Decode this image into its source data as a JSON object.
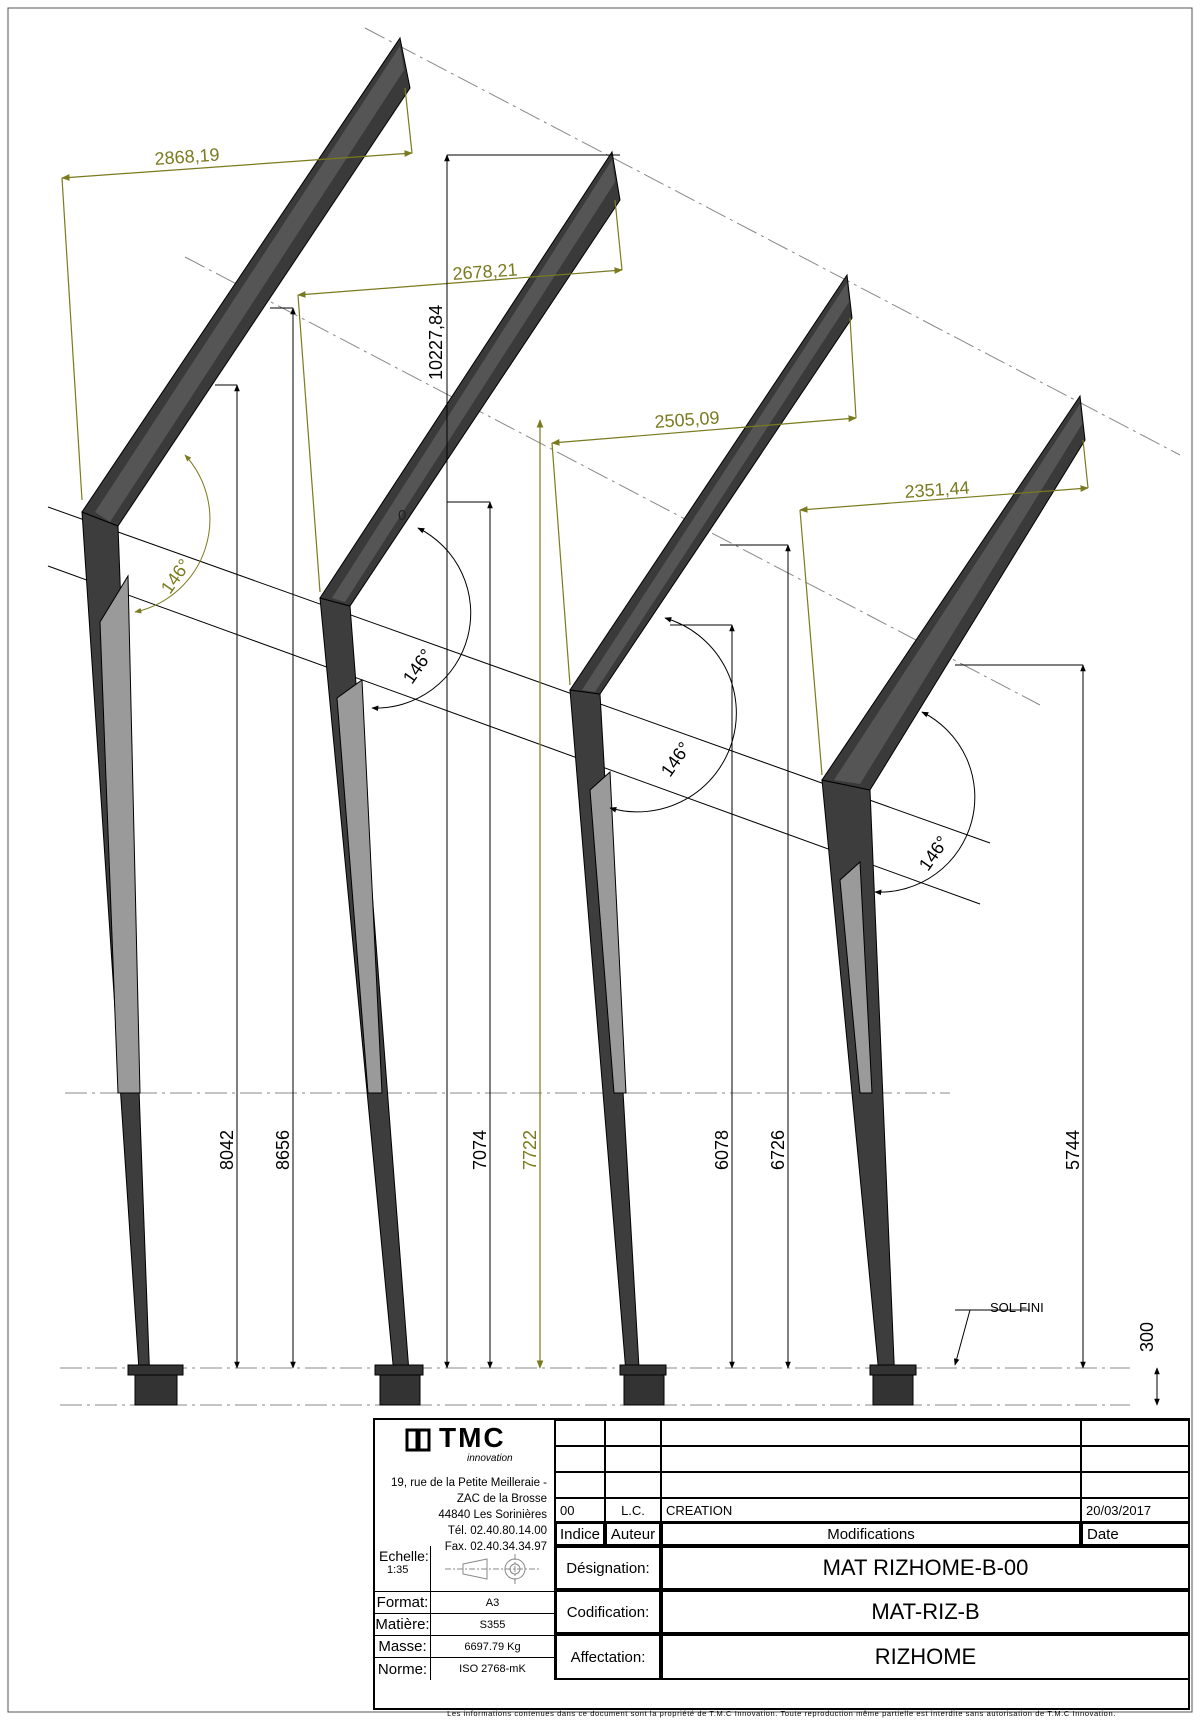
{
  "dimensions": {
    "horizontal": [
      "2868,19",
      "2678,21",
      "2505,09",
      "2351,44"
    ],
    "total_height": "10227,84",
    "heights_left": [
      "8042",
      "7074",
      "6078",
      "5744"
    ],
    "heights_right": [
      "8656",
      "7722",
      "6726"
    ],
    "angle": "146°",
    "base": "300",
    "ground_label": "SOL FINI",
    "marker": "0"
  },
  "title_block": {
    "logo_text": "TMC",
    "logo_sub": "innovation",
    "address": [
      "19, rue de la Petite Meilleraie -",
      "ZAC de la Brosse",
      "44840 Les Sorinières",
      "Tél. 02.40.80.14.00",
      "Fax. 02.40.34.34.97"
    ],
    "revision": {
      "indice": "00",
      "auteur": "L.C.",
      "modification": "CREATION",
      "date": "20/03/2017"
    },
    "headers": {
      "indice": "Indice",
      "auteur": "Auteur",
      "modifications": "Modifications",
      "date": "Date"
    },
    "echelle_label": "Echelle:",
    "echelle_value": "1:35",
    "format_label": "Format:",
    "format_value": "A3",
    "matiere_label": "Matière:",
    "matiere_value": "S355",
    "masse_label": "Masse:",
    "masse_value": "6697.79 Kg",
    "norme_label": "Norme:",
    "norme_value": "ISO 2768-mK",
    "designation_label": "Désignation:",
    "designation_value": "MAT RIZHOME-B-00",
    "codification_label": "Codification:",
    "codification_value": "MAT-RIZ-B",
    "affectation_label": "Affectation:",
    "affectation_value": "RIZHOME",
    "disclaimer": "Les informations contenues dans ce document sont la propriété de T.M.C Innovation. Toute reproduction même partielle est interdite sans autorisation de T.M.C Innovation."
  },
  "colors": {
    "steel_dark": "#3a3a3a",
    "steel_light": "#8a8a8a",
    "dimension_olive": "#7a7a1e",
    "line": "#000000"
  }
}
